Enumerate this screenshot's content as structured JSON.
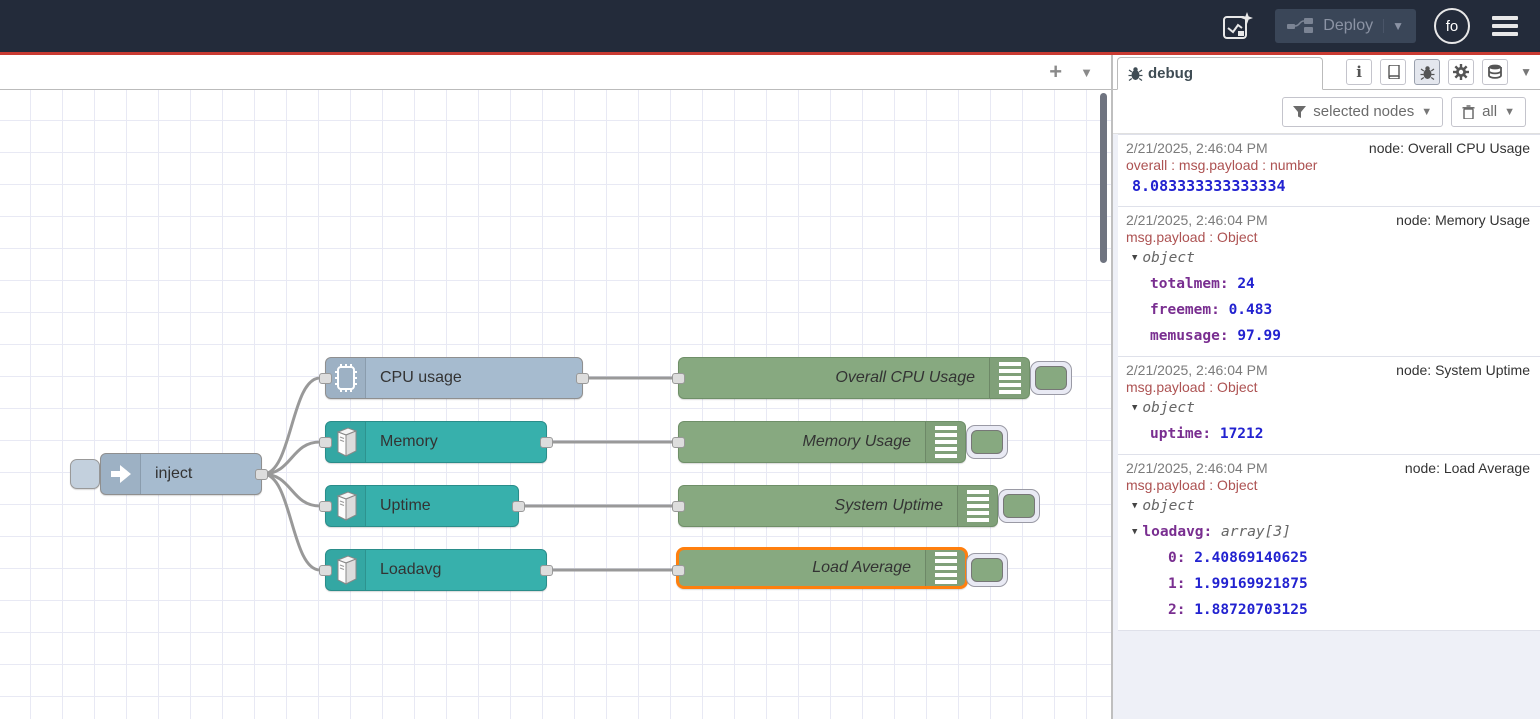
{
  "header": {
    "deploy_label": "Deploy",
    "avatar_initials": "fo"
  },
  "colors": {
    "header_bg": "#232b3a",
    "header_accent_red": "#c93b32",
    "inject_node": "#a6bbcf",
    "os_node": "#37b0ac",
    "debug_node": "#87a980",
    "selection": "#ff7f0e",
    "wire": "#999999",
    "debug_key": "#792e90",
    "debug_value": "#2222d0",
    "debug_property": "#ad5252"
  },
  "workspace": {
    "tab_add_label": "+",
    "nodes": {
      "inject": {
        "label": "inject"
      },
      "cpu": {
        "label": "CPU usage"
      },
      "memory": {
        "label": "Memory"
      },
      "uptime": {
        "label": "Uptime"
      },
      "loadavg": {
        "label": "Loadavg"
      },
      "debug_cpu": {
        "label": "Overall CPU Usage"
      },
      "debug_memory": {
        "label": "Memory Usage"
      },
      "debug_uptime": {
        "label": "System Uptime"
      },
      "debug_loadavg": {
        "label": "Load Average"
      }
    }
  },
  "sidebar": {
    "tab_label": "debug",
    "filter_label": "selected nodes",
    "clear_label": "all",
    "messages": [
      {
        "timestamp": "2/21/2025, 2:46:04 PM",
        "source": "node: Overall CPU Usage",
        "property": "overall : msg.payload : number",
        "value": "8.083333333333334"
      },
      {
        "timestamp": "2/21/2025, 2:46:04 PM",
        "source": "node: Memory Usage",
        "property": "msg.payload : Object",
        "tree": {
          "root": "object",
          "entries": [
            {
              "key": "totalmem:",
              "value": "24"
            },
            {
              "key": "freemem:",
              "value": "0.483"
            },
            {
              "key": "memusage:",
              "value": "97.99"
            }
          ]
        }
      },
      {
        "timestamp": "2/21/2025, 2:46:04 PM",
        "source": "node: System Uptime",
        "property": "msg.payload : Object",
        "tree": {
          "root": "object",
          "entries": [
            {
              "key": "uptime:",
              "value": "17212"
            }
          ]
        }
      },
      {
        "timestamp": "2/21/2025, 2:46:04 PM",
        "source": "node: Load Average",
        "property": "msg.payload : Object",
        "tree": {
          "root": "object",
          "array_key": "loadavg:",
          "array_type": "array[3]",
          "items": [
            {
              "key": "0:",
              "value": "2.40869140625"
            },
            {
              "key": "1:",
              "value": "1.99169921875"
            },
            {
              "key": "2:",
              "value": "1.88720703125"
            }
          ]
        }
      }
    ]
  }
}
